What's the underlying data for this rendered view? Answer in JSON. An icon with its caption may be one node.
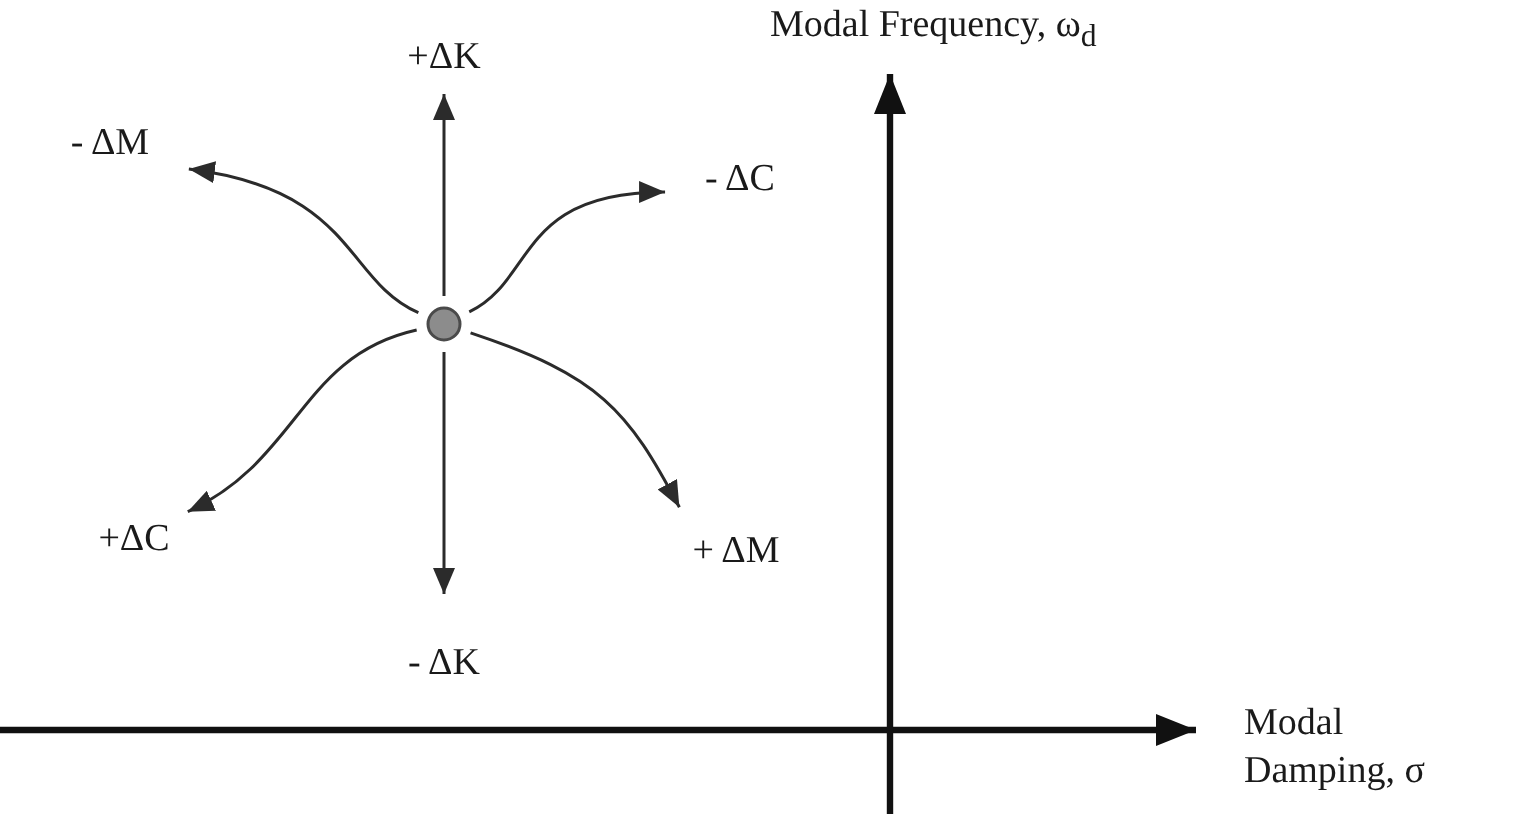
{
  "diagram": {
    "nodes": [
      {
        "text": [
          "+ΔK"
        ]
      },
      {
        "text": [
          "- ΔM"
        ]
      },
      {
        "text": [
          "- ΔC"
        ]
      },
      {
        "text": [],
        "shape": "circle"
      },
      {
        "text": [
          "+ΔC"
        ]
      },
      {
        "text": [
          "+ ΔM"
        ]
      },
      {
        "text": [
          "- ΔK"
        ]
      }
    ],
    "edges": [
      {
        "from": 3,
        "to": 0,
        "arrow": "to"
      },
      {
        "from": 3,
        "to": 1,
        "arrow": "to"
      },
      {
        "from": 3,
        "to": 2,
        "arrow": "to"
      },
      {
        "from": 3,
        "to": 4,
        "arrow": "to"
      },
      {
        "from": 3,
        "to": 5,
        "arrow": "to"
      },
      {
        "from": 3,
        "to": 6,
        "arrow": "to"
      }
    ],
    "labels": [
      "Modal Frequency, ω$_{d}$",
      "Modal Damping, σ"
    ]
  }
}
